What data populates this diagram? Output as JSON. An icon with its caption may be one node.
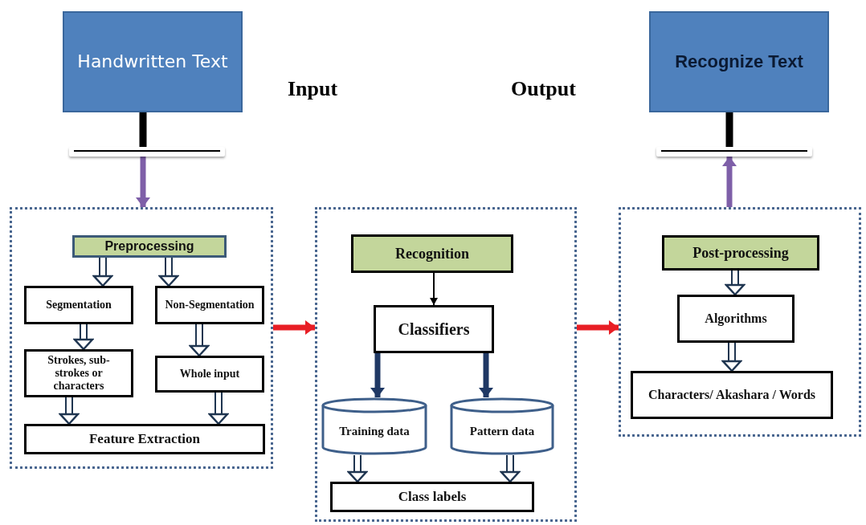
{
  "diagram": {
    "nodes": [
      {
        "text": [
          "Handwritten Text"
        ]
      },
      {
        "text": [],
        "shape": "bar"
      },
      {
        "text": [
          "Recognize Text"
        ]
      },
      {
        "text": [],
        "shape": "bar"
      },
      {
        "text": [],
        "shape": "box"
      },
      {
        "text": [
          "Preprocessing"
        ],
        "in": 4
      },
      {
        "text": [
          "Segmentation"
        ],
        "in": 4
      },
      {
        "text": [
          "Non-Segmentation"
        ],
        "in": 4
      },
      {
        "text": [
          "Strokes, sub-strokes or characters"
        ],
        "in": 4
      },
      {
        "text": [
          "Whole input"
        ],
        "in": 4
      },
      {
        "text": [
          "Feature Extraction"
        ],
        "in": 4
      },
      {
        "text": [],
        "shape": "box"
      },
      {
        "text": [
          "Recognition"
        ],
        "in": 11
      },
      {
        "text": [
          "Classifiers"
        ],
        "in": 11
      },
      {
        "text": [
          "Training data"
        ],
        "in": 11
      },
      {
        "text": [
          "Pattern data"
        ],
        "in": 11
      },
      {
        "text": [
          "Class labels"
        ],
        "in": 11
      },
      {
        "text": [],
        "shape": "box"
      },
      {
        "text": [
          "Post-processing"
        ],
        "in": 17
      },
      {
        "text": [
          "Algorithms"
        ],
        "in": 17
      },
      {
        "text": [
          "Characters/ Akashara / Words"
        ],
        "in": 17
      }
    ],
    "edges": [
      {
        "from": 0,
        "to": 1,
        "arrow": "none",
        "style": "thick",
        "color": "#000000"
      },
      {
        "from": 1,
        "to": 4,
        "arrow": "to",
        "style": "thick",
        "color": "#7e5fa8"
      },
      {
        "from": 5,
        "to": 6,
        "arrow": "to"
      },
      {
        "from": 5,
        "to": 7,
        "arrow": "to"
      },
      {
        "from": 6,
        "to": 8,
        "arrow": "to"
      },
      {
        "from": 7,
        "to": 9,
        "arrow": "to"
      },
      {
        "from": 8,
        "to": 10,
        "arrow": "to"
      },
      {
        "from": 9,
        "to": 10,
        "arrow": "to"
      },
      {
        "from": 4,
        "to": 11,
        "arrow": "to",
        "style": "thick",
        "color": "#e81e25"
      },
      {
        "from": 12,
        "to": 13,
        "arrow": "to",
        "color": "#000000"
      },
      {
        "from": 13,
        "to": 14,
        "arrow": "to",
        "style": "thick",
        "color": "#1f3864"
      },
      {
        "from": 13,
        "to": 15,
        "arrow": "to",
        "style": "thick",
        "color": "#1f3864"
      },
      {
        "from": 14,
        "to": 16,
        "arrow": "to"
      },
      {
        "from": 15,
        "to": 16,
        "arrow": "to"
      },
      {
        "from": 11,
        "to": 17,
        "arrow": "to",
        "style": "thick",
        "color": "#e81e25"
      },
      {
        "from": 18,
        "to": 19,
        "arrow": "to"
      },
      {
        "from": 19,
        "to": 20,
        "arrow": "to"
      },
      {
        "from": 17,
        "to": 3,
        "arrow": "to",
        "style": "thick",
        "color": "#7e5fa8"
      },
      {
        "from": 2,
        "to": 3,
        "arrow": "none",
        "style": "thick",
        "color": "#000000"
      }
    ],
    "labels": [
      "Input",
      "Output"
    ]
  }
}
